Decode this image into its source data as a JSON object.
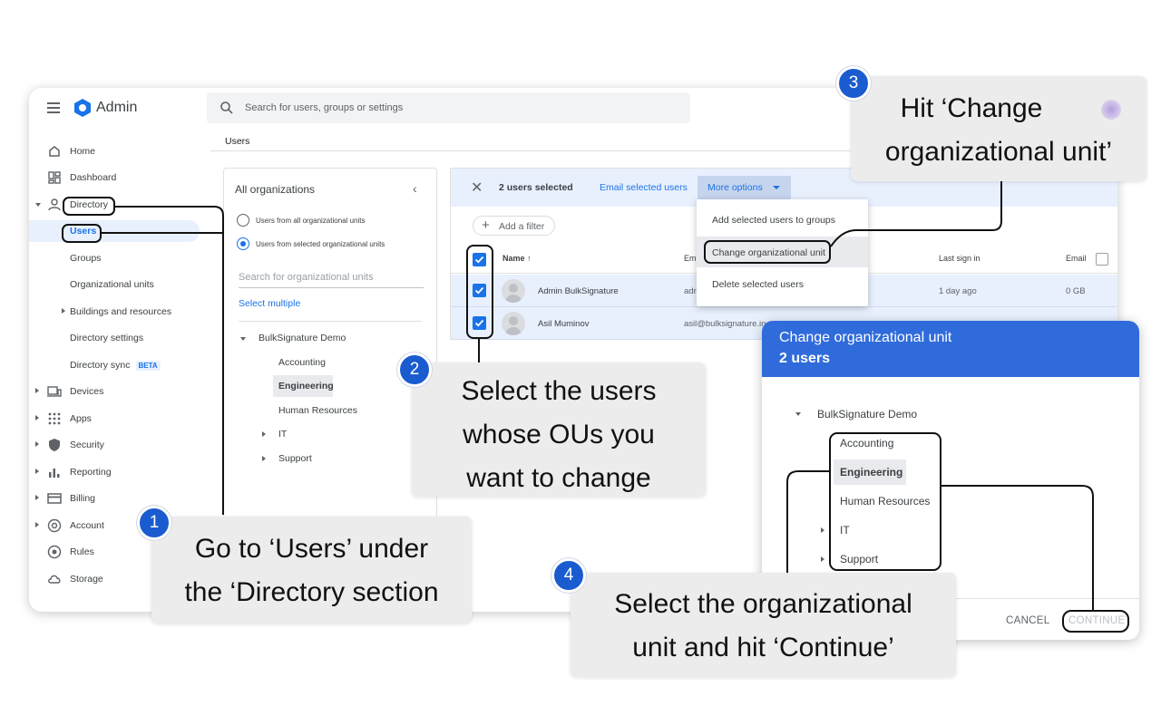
{
  "app": {
    "title": "Admin",
    "search_placeholder": "Search for users, groups or settings"
  },
  "breadcrumb": "Users",
  "sidebar": {
    "items": [
      {
        "label": "Home",
        "icon": "home-icon"
      },
      {
        "label": "Dashboard",
        "icon": "dashboard-icon"
      },
      {
        "label": "Directory",
        "icon": "person-icon"
      },
      {
        "label": "Users"
      },
      {
        "label": "Groups"
      },
      {
        "label": "Organizational units"
      },
      {
        "label": "Buildings and resources"
      },
      {
        "label": "Directory settings"
      },
      {
        "label": "Directory sync",
        "badge": "BETA"
      },
      {
        "label": "Devices",
        "icon": "devices-icon"
      },
      {
        "label": "Apps",
        "icon": "apps-grid-icon"
      },
      {
        "label": "Security",
        "icon": "shield-icon"
      },
      {
        "label": "Reporting",
        "icon": "bar-chart-icon"
      },
      {
        "label": "Billing",
        "icon": "credit-card-icon"
      },
      {
        "label": "Account",
        "icon": "at-sign-icon"
      },
      {
        "label": "Rules",
        "icon": "rules-icon"
      },
      {
        "label": "Storage",
        "icon": "cloud-icon"
      }
    ]
  },
  "org_panel": {
    "title": "All organizations",
    "radio_all": "Users from all organizational units",
    "radio_selected": "Users from selected organizational units",
    "search_placeholder": "Search for organizational units",
    "select_multiple": "Select multiple",
    "tree": [
      "BulkSignature Demo",
      "Accounting",
      "Engineering",
      "Human Resources",
      "IT",
      "Support"
    ]
  },
  "users_panel": {
    "selected_count": "2 users selected",
    "email_selected": "Email selected users",
    "more_options": "More options",
    "add_filter": "Add a filter",
    "columns": {
      "name": "Name",
      "email": "Em",
      "last_sign_in": "Last sign in",
      "email_usage": "Email"
    },
    "rows": [
      {
        "name": "Admin BulkSignature",
        "email": "adr",
        "last_sign_in": "1 day ago",
        "storage": "0 GB"
      },
      {
        "name": "Asil Muminov",
        "email": "asil@bulksignature.in",
        "last_sign_in": "",
        "storage": ""
      }
    ]
  },
  "more_options_menu": [
    "Add selected users to groups",
    "Change organizational unit",
    "Delete selected users"
  ],
  "dialog": {
    "title": "Change organizational unit",
    "subtitle": "2 users",
    "tree": [
      "BulkSignature Demo",
      "Accounting",
      "Engineering",
      "Human Resources",
      "IT",
      "Support"
    ],
    "cancel": "CANCEL",
    "continue": "CONTINUE"
  },
  "callouts": {
    "c1": {
      "badge": "1",
      "line1": "Go to ‘Users’ under",
      "line2": "the ‘Directory section"
    },
    "c2": {
      "badge": "2",
      "line1": "Select the users",
      "line2": "whose OUs you",
      "line3": "want to change"
    },
    "c3": {
      "badge": "3",
      "line1": "Hit ‘Change",
      "line2": "organizational unit’"
    },
    "c4": {
      "badge": "4",
      "line1": "Select the organizational",
      "line2": "unit and hit ‘Continue’"
    }
  },
  "colors": {
    "accent": "#1a73e8",
    "badge": "#1a5ccf",
    "selection": "#e8f0fe",
    "dialog_header": "#2f6bdb"
  }
}
